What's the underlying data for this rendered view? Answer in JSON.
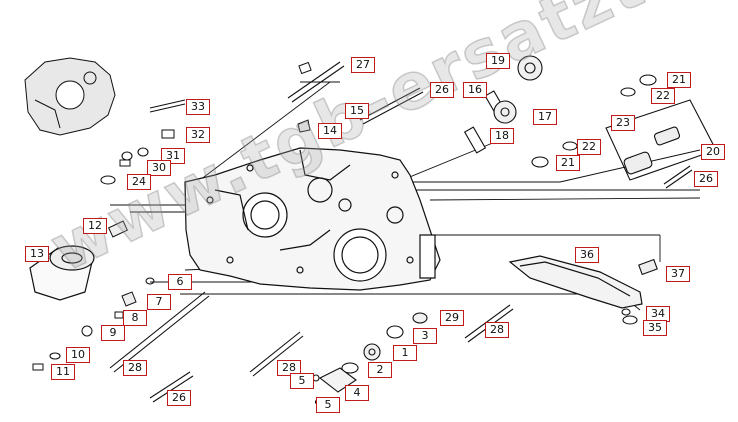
{
  "watermark": "www.tgb-ersatzteile.de",
  "colors": {
    "callout_border": "#c11a1a",
    "line": "#111111"
  },
  "callouts": [
    {
      "id": "c1",
      "label": "1"
    },
    {
      "id": "c2",
      "label": "2"
    },
    {
      "id": "c3",
      "label": "3"
    },
    {
      "id": "c4",
      "label": "4"
    },
    {
      "id": "c5a",
      "label": "5"
    },
    {
      "id": "c5b",
      "label": "5"
    },
    {
      "id": "c6",
      "label": "6"
    },
    {
      "id": "c7",
      "label": "7"
    },
    {
      "id": "c8",
      "label": "8"
    },
    {
      "id": "c9",
      "label": "9"
    },
    {
      "id": "c10",
      "label": "10"
    },
    {
      "id": "c11",
      "label": "11"
    },
    {
      "id": "c12",
      "label": "12"
    },
    {
      "id": "c13",
      "label": "13"
    },
    {
      "id": "c14",
      "label": "14"
    },
    {
      "id": "c15",
      "label": "15"
    },
    {
      "id": "c16",
      "label": "16"
    },
    {
      "id": "c17",
      "label": "17"
    },
    {
      "id": "c18",
      "label": "18"
    },
    {
      "id": "c19",
      "label": "19"
    },
    {
      "id": "c20",
      "label": "20"
    },
    {
      "id": "c21a",
      "label": "21"
    },
    {
      "id": "c21b",
      "label": "21"
    },
    {
      "id": "c22a",
      "label": "22"
    },
    {
      "id": "c22b",
      "label": "22"
    },
    {
      "id": "c23",
      "label": "23"
    },
    {
      "id": "c24",
      "label": "24"
    },
    {
      "id": "c26a",
      "label": "26"
    },
    {
      "id": "c26b",
      "label": "26"
    },
    {
      "id": "c26c",
      "label": "26"
    },
    {
      "id": "c27",
      "label": "27"
    },
    {
      "id": "c28a",
      "label": "28"
    },
    {
      "id": "c28b",
      "label": "28"
    },
    {
      "id": "c28c",
      "label": "28"
    },
    {
      "id": "c29",
      "label": "29"
    },
    {
      "id": "c30",
      "label": "30"
    },
    {
      "id": "c31",
      "label": "31"
    },
    {
      "id": "c32",
      "label": "32"
    },
    {
      "id": "c33",
      "label": "33"
    },
    {
      "id": "c34",
      "label": "34"
    },
    {
      "id": "c35",
      "label": "35"
    },
    {
      "id": "c36",
      "label": "36"
    },
    {
      "id": "c37",
      "label": "37"
    }
  ]
}
